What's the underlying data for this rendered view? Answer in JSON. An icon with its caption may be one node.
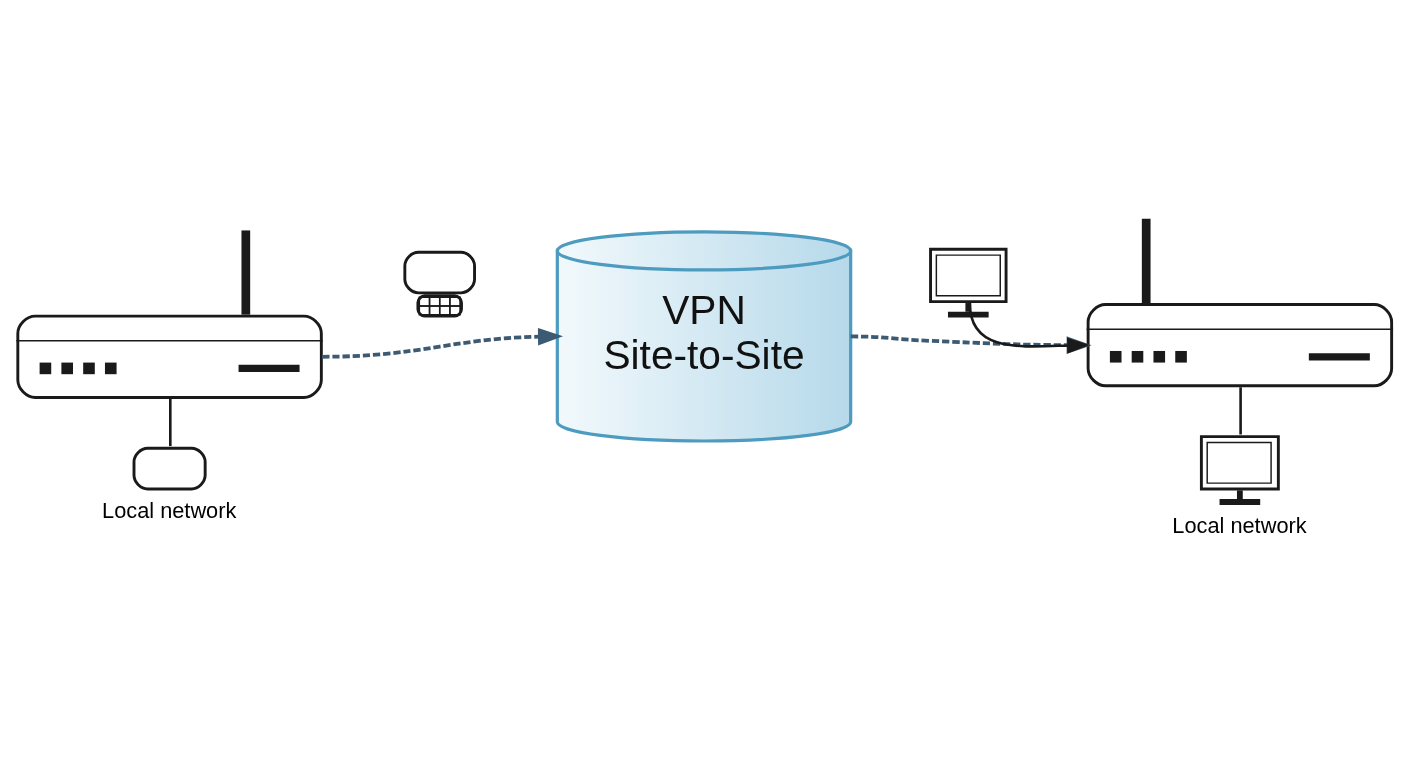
{
  "diagram": {
    "nodes": [
      {
        "text": [],
        "shape": "picture"
      },
      {
        "text": [],
        "shape": "cloud",
        "beside": [
          "Local network"
        ]
      },
      {
        "text": [],
        "shape": "cloud"
      },
      {
        "text": [
          "VPN Site-to-Site"
        ]
      },
      {
        "text": [],
        "shape": "picture"
      },
      {
        "text": [],
        "shape": "picture"
      },
      {
        "text": [],
        "shape": "picture",
        "beside": [
          "Local network"
        ]
      }
    ],
    "edges": [
      {
        "from": 0,
        "to": 3,
        "arrow": "to",
        "style": "dashed",
        "color": "#3d5a73"
      },
      {
        "from": 3,
        "to": 5,
        "arrow": "to",
        "style": "dashed",
        "color": "#3d5a73"
      },
      {
        "from": 4,
        "to": 5,
        "arrow": "to"
      },
      {
        "from": 0,
        "to": 1,
        "arrow": "none"
      },
      {
        "from": 5,
        "to": 6,
        "arrow": "none"
      }
    ]
  }
}
